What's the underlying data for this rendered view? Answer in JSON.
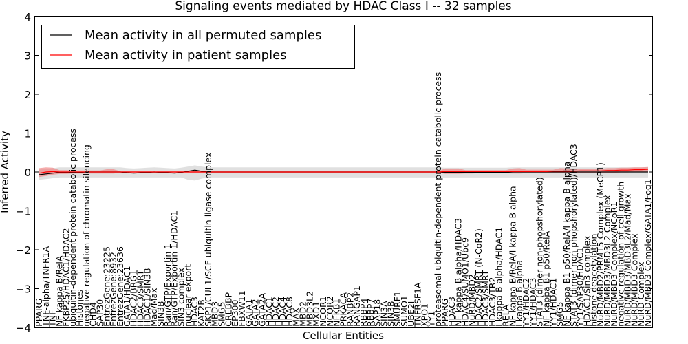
{
  "chart_data": {
    "type": "line",
    "title": "Signaling events mediated by HDAC Class I -- 32 samples",
    "xlabel": "Cellular Entities",
    "ylabel": "Inferred Activity",
    "ylim": [
      -4,
      4
    ],
    "yticks": [
      -4,
      -3,
      -2,
      -1,
      0,
      1,
      2,
      3,
      4
    ],
    "grid": false,
    "legend_position": "top-left",
    "categories": [
      "PPARG",
      "TNF-alpha/TNFR1A",
      "TNF",
      "NF kappa B/RelA",
      "FKBP25/HDAC1/HDAC2",
      "ubiquitin-dependent protein catabolic process",
      "Histones",
      "negative regulation of chromatin silencing",
      "CHD4",
      "SAP30",
      "EntrezGene:23225",
      "EntrezGene:8932",
      "EntrezGene:23636",
      "GATA1/HDAC1",
      "HDAC2/BRG1",
      "HDAC3/SMRT",
      "HDAC1/SIN3B",
      "Mad/Max",
      "SIN3B",
      "Ran/GTP/Exportin 1",
      "Ran/GTP/Exportin 1/HDAC1",
      "SIN3 complex",
      "nuclear export",
      "HDAC3",
      "KAT2B",
      "SKP1/CUL1/SCF ubiquitin ligase complex",
      "MBD3",
      "SMG5",
      "CREBBP",
      "EP300",
      "FBXW11",
      "GATA1",
      "GATA2",
      "GATA2A",
      "HDAC1",
      "HDAC2",
      "HDAC4",
      "HDAC8",
      "MAX",
      "MBD2",
      "MBD3L2",
      "MXD1",
      "NCOR1",
      "NCOR2",
      "NFKB1",
      "PRKACA",
      "RANBP2",
      "RANGAP1",
      "RBBP4",
      "RBBP7",
      "SAP18",
      "SIN3A",
      "SIN3B",
      "SMURF1",
      "SUMO1",
      "UBE2I",
      "TNFRSF1A",
      "XPO1",
      "YY1",
      "proteasomal ubiquitin-dependent protein catabolic process",
      "PPARG",
      "HDAC3",
      "NF kappa B alpha/HDAC3",
      "HDAC4/SUMO1/Ubc9",
      "NuRD/MBD2",
      "HDAC2/SMRT (N-CoR2)",
      "HDAC3/SMRT",
      "HDAC3/TR2",
      "I kappa B alpha/HDAC1",
      "RELA",
      "NF kappa B/RelA/I kappa B alpha",
      "I kappa B alpha",
      "YY1/HDAC2",
      "YY1/HDAC3",
      "STAT3 (dimer non-phopshorylated)",
      "NF kappa B1 p50/RelA",
      "YY1/HDAC1",
      "SMG5",
      "NF kappa B1 p50/RelA/I kappa B alpha",
      "STAT3 (dimer non-phopshorylated)/HDAC3",
      "YY1/SAP30/HDAC1",
      "HDAC1/Sin3 complex",
      "histone deacetylation",
      "NuRD/MBD2/PRMT5 Complex (MeCP1)",
      "NuRD/MBD3/MBD3L2 Complex",
      "NuRD/MBD3 Complex/NCoR1",
      "negative regulation of cell growth",
      "NuRD/MBD3/MBD3L2/Mad/Max",
      "NuRD/MBD3 Complex",
      "NuRD Complex",
      "NuRD/MBD3 Complex/GATA1/Fog1"
    ],
    "label_bottom_y": -3.98,
    "series": [
      {
        "name": "Mean activity in all permuted samples",
        "color": "#000000",
        "values": [
          -0.07,
          -0.05,
          -0.03,
          -0.01,
          -0.01,
          -0.01,
          -0.01,
          0.0,
          0.0,
          0.0,
          0.0,
          0.0,
          0.0,
          -0.02,
          -0.03,
          -0.02,
          -0.01,
          0.0,
          -0.01,
          -0.02,
          -0.03,
          -0.01,
          0.02,
          0.05,
          0.02,
          0.0,
          0.0,
          0.0,
          0.0,
          0.0,
          0.0,
          0.0,
          0.0,
          0.0,
          0.0,
          0.0,
          0.0,
          0.0,
          0.0,
          0.0,
          0.0,
          0.0,
          0.0,
          0.0,
          0.0,
          0.0,
          0.0,
          0.0,
          0.0,
          0.0,
          0.0,
          0.0,
          0.0,
          0.0,
          0.0,
          0.0,
          0.0,
          0.0,
          0.0,
          0.0,
          -0.01,
          -0.01,
          -0.01,
          -0.01,
          -0.01,
          -0.01,
          -0.01,
          -0.01,
          -0.01,
          -0.01,
          0.0,
          0.0,
          0.0,
          0.0,
          0.0,
          0.0,
          0.0,
          0.0,
          0.0,
          0.0,
          0.0,
          0.0,
          0.0,
          0.0,
          0.0,
          0.0,
          0.0,
          0.0,
          0.0,
          0.0,
          0.0
        ]
      },
      {
        "name": "Mean activity in patient samples",
        "color": "#ff0000",
        "values": [
          -0.03,
          0.0,
          0.01,
          0.0,
          0.0,
          0.0,
          0.0,
          0.0,
          0.0,
          0.0,
          0.0,
          0.0,
          0.0,
          0.0,
          0.0,
          0.0,
          0.0,
          0.0,
          0.0,
          0.0,
          0.0,
          0.0,
          0.0,
          0.0,
          0.0,
          0.0,
          0.0,
          0.0,
          0.0,
          0.0,
          0.0,
          0.0,
          0.0,
          0.0,
          0.0,
          0.0,
          0.0,
          0.0,
          0.0,
          0.0,
          0.0,
          0.0,
          0.0,
          0.0,
          0.0,
          0.0,
          0.0,
          0.0,
          0.0,
          0.0,
          0.0,
          0.0,
          0.0,
          0.0,
          0.0,
          0.0,
          0.0,
          0.0,
          0.0,
          0.0,
          0.01,
          0.01,
          0.01,
          0.01,
          0.01,
          0.01,
          0.01,
          0.01,
          0.01,
          0.01,
          0.01,
          0.01,
          0.01,
          0.01,
          0.01,
          0.01,
          0.02,
          0.02,
          0.02,
          0.02,
          0.03,
          0.03,
          0.03,
          0.03,
          0.04,
          0.04,
          0.05,
          0.05,
          0.06,
          0.06,
          0.07
        ]
      }
    ],
    "bands": [
      {
        "of": "Mean activity in all permuted samples",
        "color": "#cccccc",
        "lower": [
          -0.2,
          -0.18,
          -0.16,
          -0.14,
          -0.14,
          -0.14,
          -0.14,
          -0.14,
          -0.14,
          -0.14,
          -0.14,
          -0.14,
          -0.14,
          -0.14,
          -0.14,
          -0.14,
          -0.14,
          -0.14,
          -0.14,
          -0.14,
          -0.14,
          -0.14,
          -0.2,
          -0.22,
          -0.17,
          -0.14,
          -0.14,
          -0.14,
          -0.14,
          -0.14,
          -0.14,
          -0.14,
          -0.14,
          -0.14,
          -0.14,
          -0.14,
          -0.14,
          -0.14,
          -0.14,
          -0.14,
          -0.14,
          -0.14,
          -0.14,
          -0.14,
          -0.14,
          -0.14,
          -0.14,
          -0.14,
          -0.14,
          -0.14,
          -0.14,
          -0.14,
          -0.14,
          -0.14,
          -0.14,
          -0.14,
          -0.14,
          -0.14,
          -0.14,
          -0.14,
          -0.14,
          -0.14,
          -0.14,
          -0.14,
          -0.14,
          -0.14,
          -0.14,
          -0.14,
          -0.14,
          -0.14,
          -0.14,
          -0.14,
          -0.14,
          -0.14,
          -0.14,
          -0.14,
          -0.14,
          -0.14,
          -0.14,
          -0.14,
          -0.14,
          -0.14,
          -0.14,
          -0.14,
          -0.14,
          -0.14,
          -0.14,
          -0.14,
          -0.14,
          -0.14,
          -0.14
        ],
        "upper": [
          0.06,
          0.08,
          0.1,
          0.12,
          0.12,
          0.12,
          0.12,
          0.12,
          0.12,
          0.12,
          0.12,
          0.12,
          0.12,
          0.1,
          0.09,
          0.1,
          0.11,
          0.12,
          0.11,
          0.1,
          0.09,
          0.11,
          0.14,
          0.17,
          0.14,
          0.12,
          0.12,
          0.12,
          0.12,
          0.12,
          0.12,
          0.12,
          0.12,
          0.12,
          0.12,
          0.12,
          0.12,
          0.12,
          0.12,
          0.12,
          0.12,
          0.12,
          0.12,
          0.12,
          0.12,
          0.12,
          0.12,
          0.12,
          0.12,
          0.12,
          0.12,
          0.12,
          0.12,
          0.12,
          0.12,
          0.12,
          0.12,
          0.12,
          0.12,
          0.12,
          0.11,
          0.11,
          0.11,
          0.11,
          0.11,
          0.11,
          0.11,
          0.11,
          0.11,
          0.11,
          0.12,
          0.12,
          0.12,
          0.12,
          0.12,
          0.12,
          0.12,
          0.12,
          0.12,
          0.12,
          0.12,
          0.12,
          0.12,
          0.12,
          0.12,
          0.12,
          0.12,
          0.12,
          0.12,
          0.12,
          0.12
        ]
      },
      {
        "of": "Mean activity in patient samples",
        "color": "#f08080",
        "lower": [
          -0.13,
          -0.1,
          -0.07,
          -0.05,
          -0.05,
          -0.04,
          -0.04,
          -0.04,
          -0.04,
          -0.04,
          -0.04,
          -0.04,
          -0.02,
          -0.02,
          -0.02,
          -0.02,
          -0.02,
          -0.02,
          -0.02,
          -0.02,
          -0.02,
          -0.02,
          -0.02,
          -0.02,
          -0.02,
          -0.02,
          -0.02,
          -0.02,
          -0.02,
          -0.02,
          -0.02,
          -0.02,
          -0.02,
          -0.02,
          -0.02,
          -0.02,
          -0.02,
          -0.02,
          -0.02,
          -0.02,
          -0.02,
          -0.02,
          -0.02,
          -0.02,
          -0.02,
          -0.02,
          -0.02,
          -0.02,
          -0.02,
          -0.02,
          -0.02,
          -0.02,
          -0.02,
          -0.02,
          -0.02,
          -0.02,
          -0.02,
          -0.02,
          -0.02,
          -0.02,
          -0.05,
          -0.05,
          -0.05,
          -0.04,
          -0.04,
          -0.03,
          -0.03,
          -0.03,
          -0.03,
          -0.03,
          -0.04,
          -0.04,
          -0.03,
          -0.03,
          -0.03,
          -0.03,
          -0.03,
          -0.03,
          -0.03,
          -0.03,
          -0.02,
          -0.02,
          -0.02,
          -0.02,
          -0.02,
          -0.02,
          -0.01,
          -0.01,
          0.0,
          0.0,
          0.01
        ],
        "upper": [
          0.1,
          0.12,
          0.11,
          0.05,
          0.05,
          0.04,
          0.04,
          0.04,
          0.04,
          0.04,
          0.07,
          0.07,
          0.02,
          0.02,
          0.02,
          0.02,
          0.02,
          0.02,
          0.02,
          0.02,
          0.02,
          0.02,
          0.02,
          0.02,
          0.02,
          0.02,
          0.02,
          0.02,
          0.02,
          0.02,
          0.02,
          0.02,
          0.02,
          0.02,
          0.02,
          0.02,
          0.02,
          0.02,
          0.02,
          0.02,
          0.02,
          0.02,
          0.02,
          0.02,
          0.02,
          0.02,
          0.02,
          0.02,
          0.02,
          0.02,
          0.02,
          0.02,
          0.02,
          0.02,
          0.02,
          0.02,
          0.02,
          0.02,
          0.02,
          0.02,
          0.09,
          0.09,
          0.09,
          0.05,
          0.05,
          0.05,
          0.05,
          0.05,
          0.05,
          0.05,
          0.09,
          0.1,
          0.06,
          0.06,
          0.06,
          0.06,
          0.06,
          0.1,
          0.09,
          0.07,
          0.08,
          0.08,
          0.08,
          0.08,
          0.1,
          0.1,
          0.11,
          0.11,
          0.12,
          0.12,
          0.13
        ]
      }
    ]
  }
}
